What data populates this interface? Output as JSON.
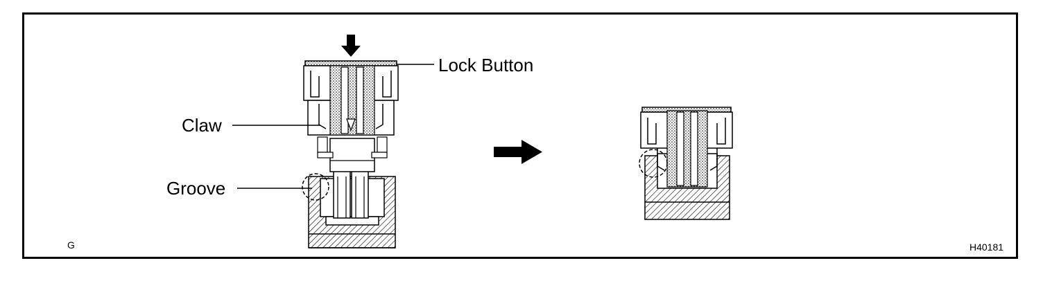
{
  "labels": {
    "lock_button": "Lock Button",
    "claw": "Claw",
    "groove": "Groove"
  },
  "corner_left": "G",
  "corner_right": "H40181",
  "icons": {
    "press_arrow": "down-arrow-icon",
    "transition_arrow": "right-arrow-icon"
  }
}
